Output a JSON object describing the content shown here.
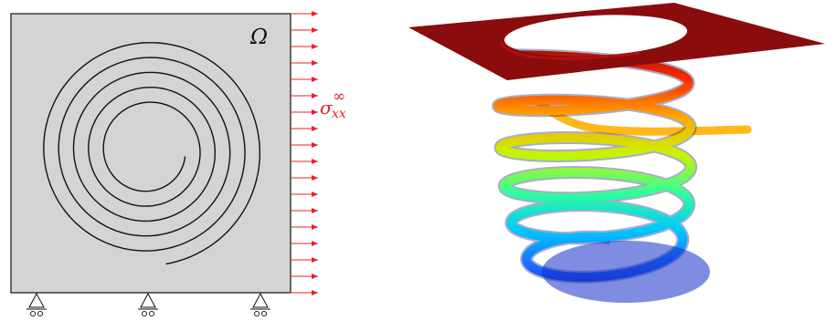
{
  "left_panel": {
    "domain_label": "Ω",
    "load_symbol": "σ",
    "load_superscript": "∞",
    "load_subscript": "xx",
    "colors": {
      "plate": "#d4d4d4",
      "load": "#e8212a",
      "crack": "#111111"
    }
  },
  "right_panel": {
    "colors": {
      "plate": "#8b0c0c",
      "gradient": [
        "#8b0c0c",
        "#ff2a00",
        "#ffa600",
        "#c8f400",
        "#33ff99",
        "#00c8ff",
        "#1e64ff",
        "#0f1fbe"
      ]
    }
  }
}
